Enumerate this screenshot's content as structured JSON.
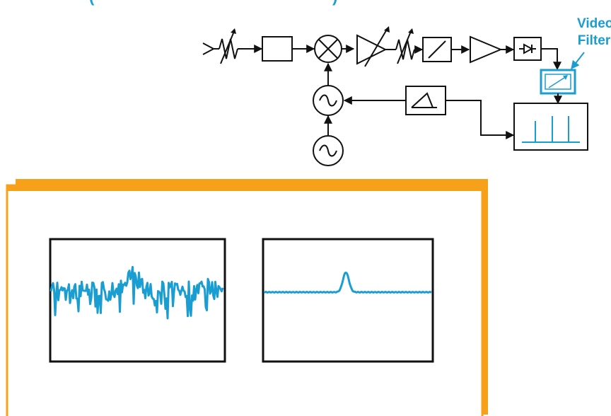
{
  "video_filter_label": {
    "line1": "Video",
    "line2": "Filter"
  },
  "colors": {
    "accent_blue": "#1a9dd0",
    "frame_orange": "#f7a11a",
    "stroke": "#111111"
  },
  "icons": [
    "antenna-icon",
    "variable-attenuator-icon",
    "filter-box-icon",
    "mixer-icon",
    "variable-amplifier-icon",
    "variable-attenuator-icon",
    "variable-filter-icon",
    "amplifier-icon",
    "detector-diode-icon",
    "video-filter-icon",
    "display-icon",
    "oscillator-icon",
    "ramp-generator-icon",
    "reference-oscillator-icon"
  ],
  "traces": {
    "unfiltered": {
      "description_visible": false,
      "peak_position": 0.48,
      "noise_level": "high"
    },
    "filtered": {
      "peak_position": 0.49,
      "noise_level": "low"
    }
  }
}
